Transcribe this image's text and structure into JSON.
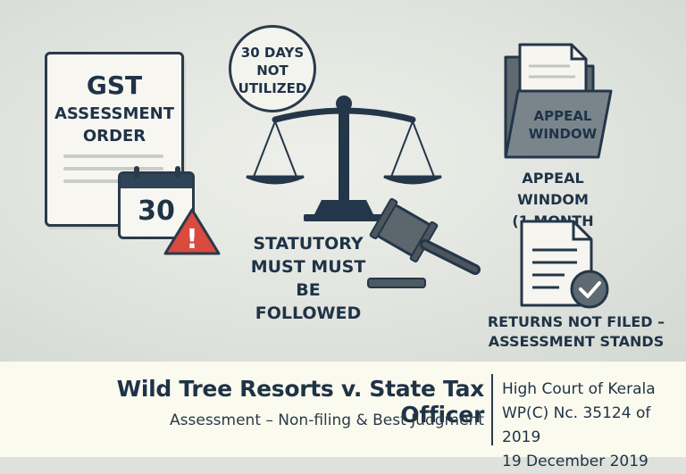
{
  "illustration": {
    "document": {
      "title": "GST",
      "subtitle_line1": "ASSESSMENT",
      "subtitle_line2": "ORDER"
    },
    "calendar": {
      "day": "30"
    },
    "warning_symbol": "!",
    "seal": {
      "line1": "30 DAYS",
      "line2": "NOT",
      "line3": "UTILIZED"
    },
    "scale_caption": {
      "line1": "STATUTORY",
      "line2": "MUST MUST",
      "line3": "BE FOLLOWED"
    },
    "folder": {
      "label_line1": "APPEAL",
      "label_line2": "WINDOW",
      "caption_line1": "APPEAL WINDOM",
      "caption_line2": "(1 MONTH RELIEF)"
    },
    "returns": {
      "caption_line1": "RETURNS NOT FILED –",
      "caption_line2": "ASSESSMENT STANDS"
    },
    "colors": {
      "navy": "#1f3347",
      "warning_red": "#d94a3f",
      "folder_gray": "#6f7a80",
      "check_gray": "#5e6a72"
    },
    "icons": [
      "document-icon",
      "calendar-icon",
      "warning-icon",
      "seal-icon",
      "scales-icon",
      "gavel-icon",
      "folder-icon",
      "checked-document-icon"
    ]
  },
  "banner": {
    "case_title": "Wild Tree Resorts v. State Tax Officer",
    "case_subtitle": "Assessment – Non-filing & Best Judgment",
    "court": "High Court of Kerala",
    "case_number": "WP(C) Nc. 35124 of 2019",
    "date": "19 December 2019"
  }
}
